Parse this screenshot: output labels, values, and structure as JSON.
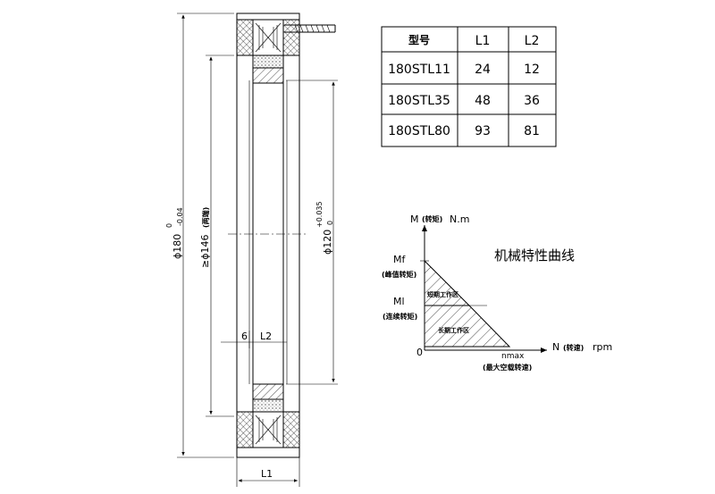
{
  "table": {
    "headers": [
      "型号",
      "L1",
      "L2"
    ],
    "rows": [
      [
        "180STL11",
        "24",
        "12"
      ],
      [
        "180STL35",
        "48",
        "36"
      ],
      [
        "180STL80",
        "93",
        "81"
      ]
    ]
  },
  "section": {
    "dia_outer": "ϕ180",
    "dia_outer_tol_upper": "0",
    "dia_outer_tol_lower": "-0.04",
    "dia_146": "≥ϕ146",
    "dia_146_note": "(两端)",
    "dia_inner": "ϕ120",
    "dia_inner_tol_upper": "+0.035",
    "dia_inner_tol_lower": "0",
    "dim_6": "6",
    "dim_L2": "L2",
    "dim_L1": "L1"
  },
  "graph": {
    "title": "机械特性曲线",
    "y_axis_label": "M",
    "y_axis_note": "(转矩)",
    "y_axis_unit": "N.m",
    "x_axis_label": "N",
    "x_axis_note": "(转速)",
    "x_axis_unit": "rpm",
    "origin": "0",
    "mf_label": "Mf",
    "mf_note": "(峰值转矩)",
    "ml_label": "Ml",
    "ml_note": "(连续转矩)",
    "short_zone": "短期工作区",
    "long_zone": "长期工作区",
    "nmax_label": "nmax",
    "nmax_note": "(最大空载转速)"
  }
}
